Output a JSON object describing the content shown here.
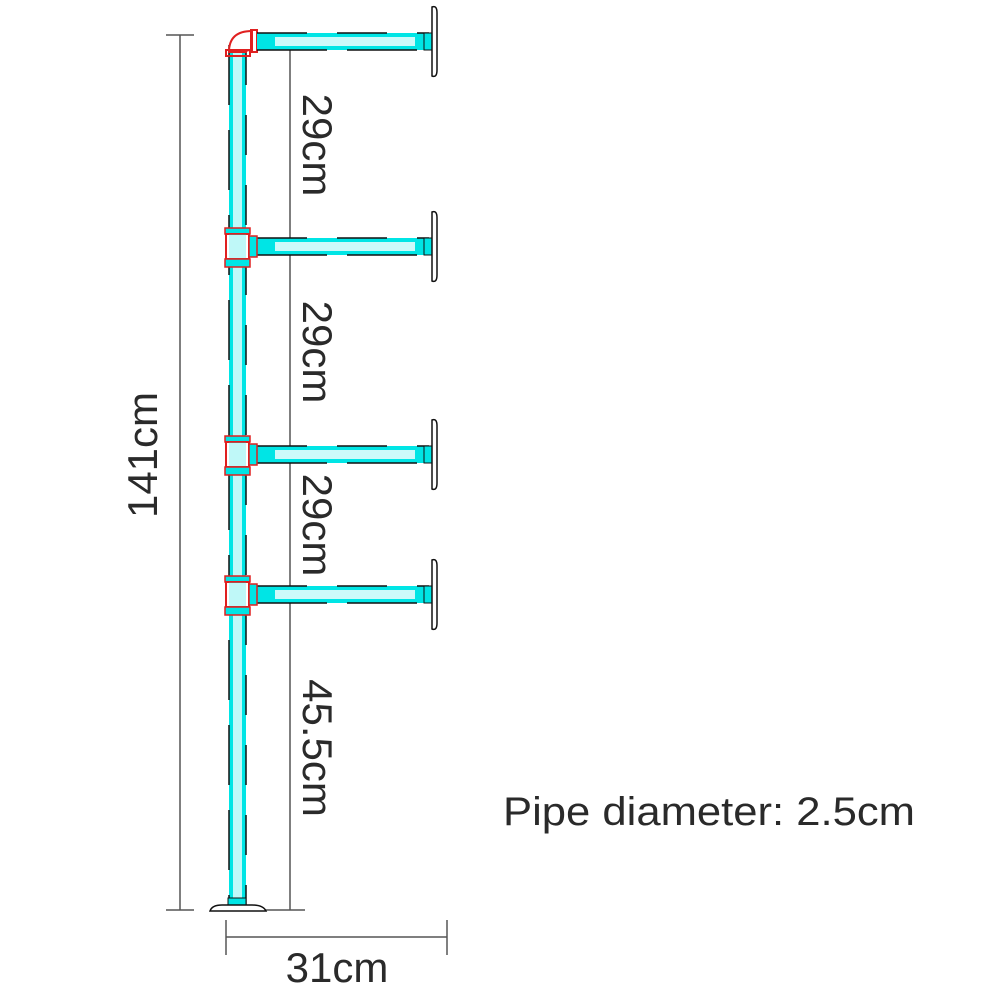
{
  "dimensions": {
    "total_height": "141cm",
    "spacing_1": "29cm",
    "spacing_2": "29cm",
    "spacing_3": "29cm",
    "bottom_height": "45.5cm",
    "depth": "31cm"
  },
  "note": "Pipe diameter: 2.5cm",
  "colors": {
    "pipe": "#00e5e5",
    "fitting": "#e02020",
    "outline": "#111111",
    "dimension_line": "#555555"
  }
}
